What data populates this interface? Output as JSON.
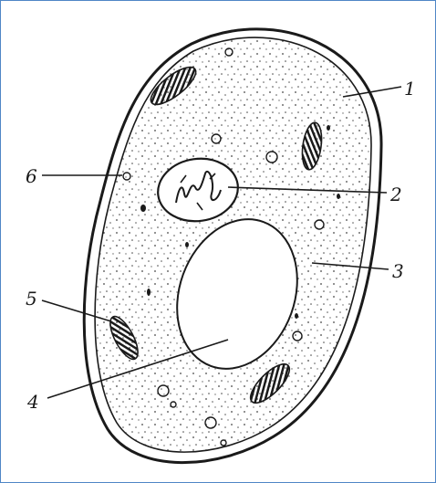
{
  "diagram": {
    "labels": [
      {
        "id": "1",
        "text": "1"
      },
      {
        "id": "2",
        "text": "2"
      },
      {
        "id": "3",
        "text": "3"
      },
      {
        "id": "4",
        "text": "4"
      },
      {
        "id": "5",
        "text": "5"
      },
      {
        "id": "6",
        "text": "6"
      }
    ],
    "colors": {
      "ink": "#1a1a1a",
      "frame": "#4f86c6",
      "background": "#ffffff"
    }
  }
}
